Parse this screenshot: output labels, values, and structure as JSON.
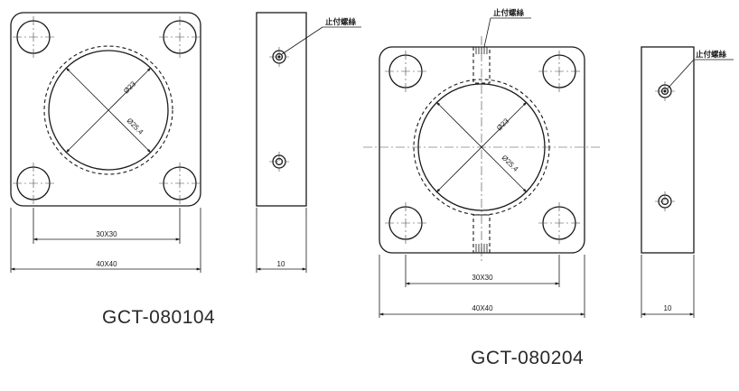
{
  "drawings": [
    {
      "model": "GCT-080104",
      "dims": {
        "overall": "40X40",
        "hole_pitch": "30X30",
        "thickness": "10",
        "inner_dia": "Ø23",
        "outer_dia": "Ø25.4"
      },
      "note": "止付螺絲"
    },
    {
      "model": "GCT-080204",
      "dims": {
        "overall": "40X40",
        "hole_pitch": "30X30",
        "thickness": "10",
        "inner_dia": "Ø23",
        "outer_dia": "Ø25.4"
      },
      "note": "止付螺絲"
    }
  ]
}
